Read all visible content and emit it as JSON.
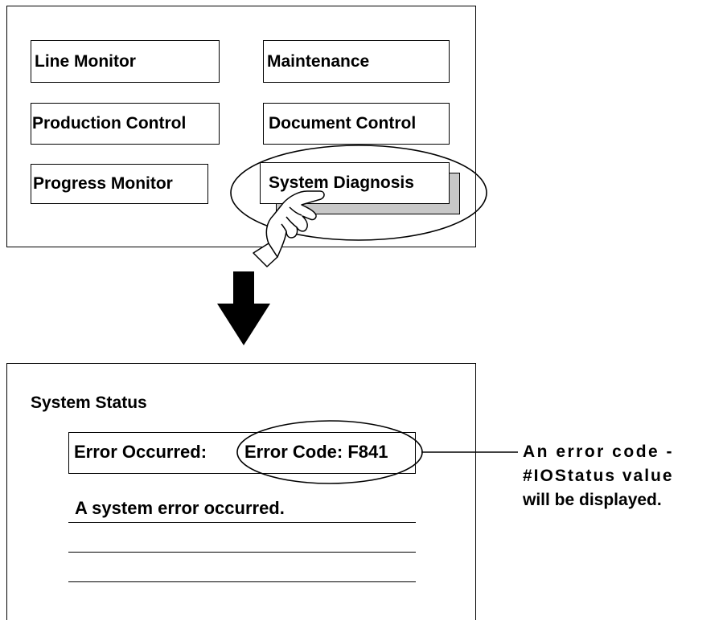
{
  "menu_screen": {
    "buttons": [
      {
        "id": "line-monitor",
        "label": "Line Monitor"
      },
      {
        "id": "maintenance",
        "label": "Maintenance"
      },
      {
        "id": "production-control",
        "label": "Production Control"
      },
      {
        "id": "document-control",
        "label": "Document Control"
      },
      {
        "id": "progress-monitor",
        "label": "Progress Monitor"
      },
      {
        "id": "system-diagnosis",
        "label": "System Diagnosis"
      }
    ]
  },
  "status_screen": {
    "title": "System Status",
    "error_label": "Error Occurred:",
    "error_code": "Error Code: F841",
    "message": "A system error occurred."
  },
  "callout": {
    "line1": "An error code -",
    "line2": "#IOStatus value",
    "line3": "will be displayed."
  },
  "icons": [
    "pointing-hand-icon",
    "down-arrow-icon"
  ]
}
